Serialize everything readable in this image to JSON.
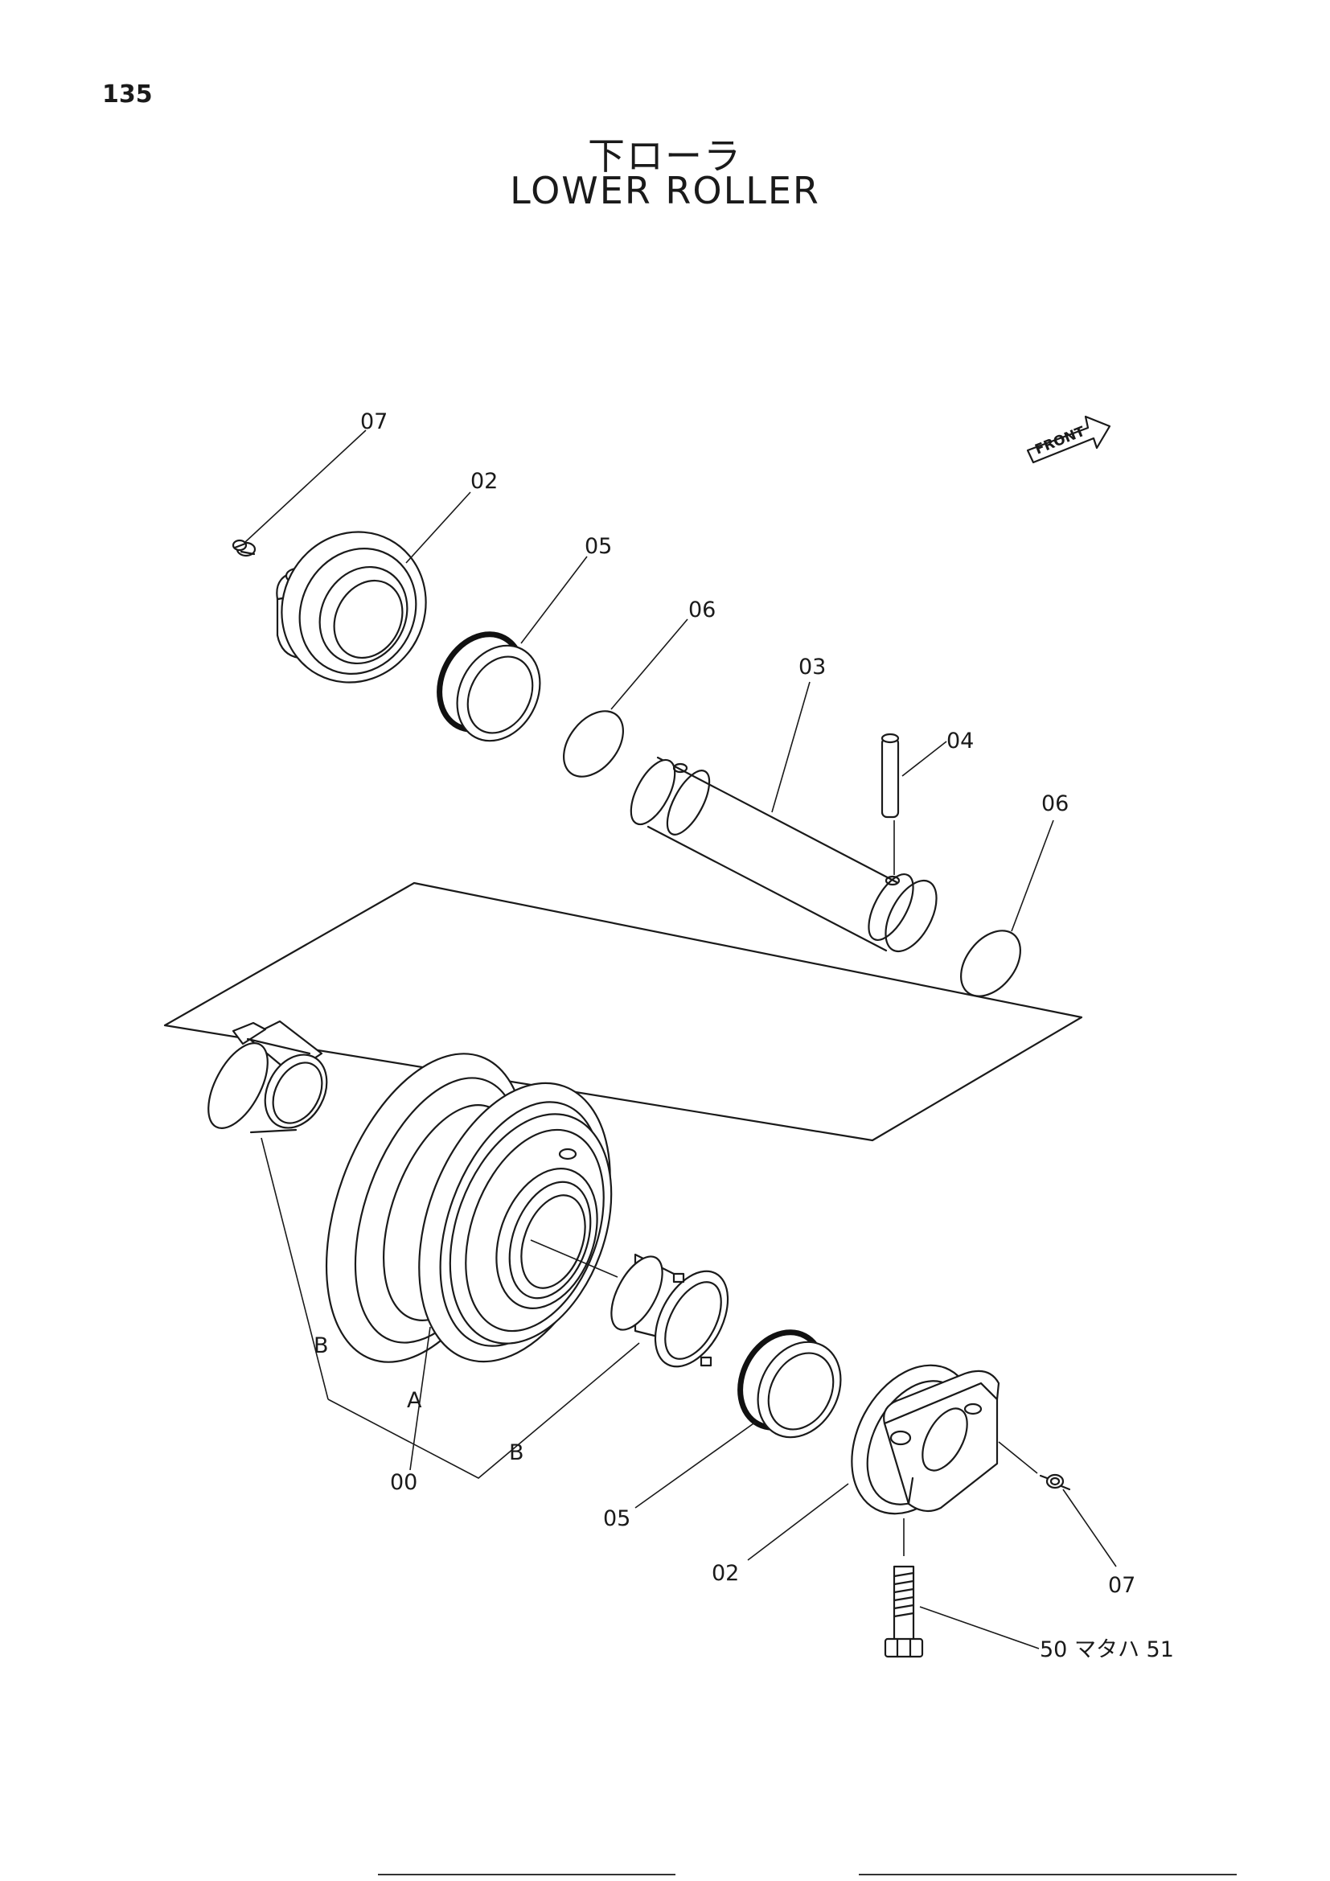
{
  "page": {
    "number": "135"
  },
  "title": {
    "japanese": "下ローラ",
    "english": "LOWER ROLLER"
  },
  "front_marker": {
    "label": "FRONT"
  },
  "callouts": {
    "c07_top": "07",
    "c02_top": "02",
    "c05_top": "05",
    "c06_left": "06",
    "c03": "03",
    "c04": "04",
    "c06_right": "06",
    "cB_left": "B",
    "cA": "A",
    "c00": "00",
    "cB_bottom": "B",
    "c05_bottom": "05",
    "c02_bottom": "02",
    "c07_bottom": "07",
    "c50": "50 マタハ 51"
  }
}
